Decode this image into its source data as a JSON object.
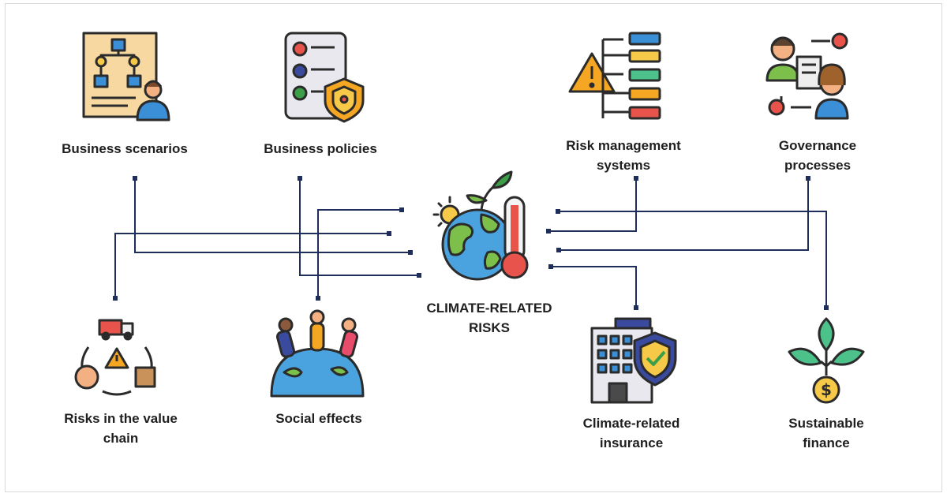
{
  "center": {
    "title_line1": "CLIMATE-RELATED",
    "title_line2": "RISKS",
    "icon": "globe-thermometer-icon"
  },
  "nodes": [
    {
      "id": "business-scenarios",
      "line1": "Business scenarios",
      "line2": "",
      "icon": "flowchart-person-icon"
    },
    {
      "id": "business-policies",
      "line1": "Business policies",
      "line2": "",
      "icon": "checklist-shield-icon"
    },
    {
      "id": "risk-management-systems",
      "line1": "Risk management",
      "line2": "systems",
      "icon": "warning-hierarchy-icon"
    },
    {
      "id": "governance-processes",
      "line1": "Governance",
      "line2": "processes",
      "icon": "people-document-cycle-icon"
    },
    {
      "id": "risks-value-chain",
      "line1": "Risks in the value",
      "line2": "chain",
      "icon": "truck-warning-cycle-icon"
    },
    {
      "id": "social-effects",
      "line1": "Social effects",
      "line2": "",
      "icon": "people-on-globe-icon"
    },
    {
      "id": "climate-insurance",
      "line1": "Climate-related",
      "line2": "insurance",
      "icon": "building-shield-icon"
    },
    {
      "id": "sustainable-finance",
      "line1": "Sustainable",
      "line2": "finance",
      "icon": "plant-coin-icon"
    }
  ],
  "colors": {
    "connector": "#1f2d5a",
    "outline": "#2b2b2b"
  }
}
